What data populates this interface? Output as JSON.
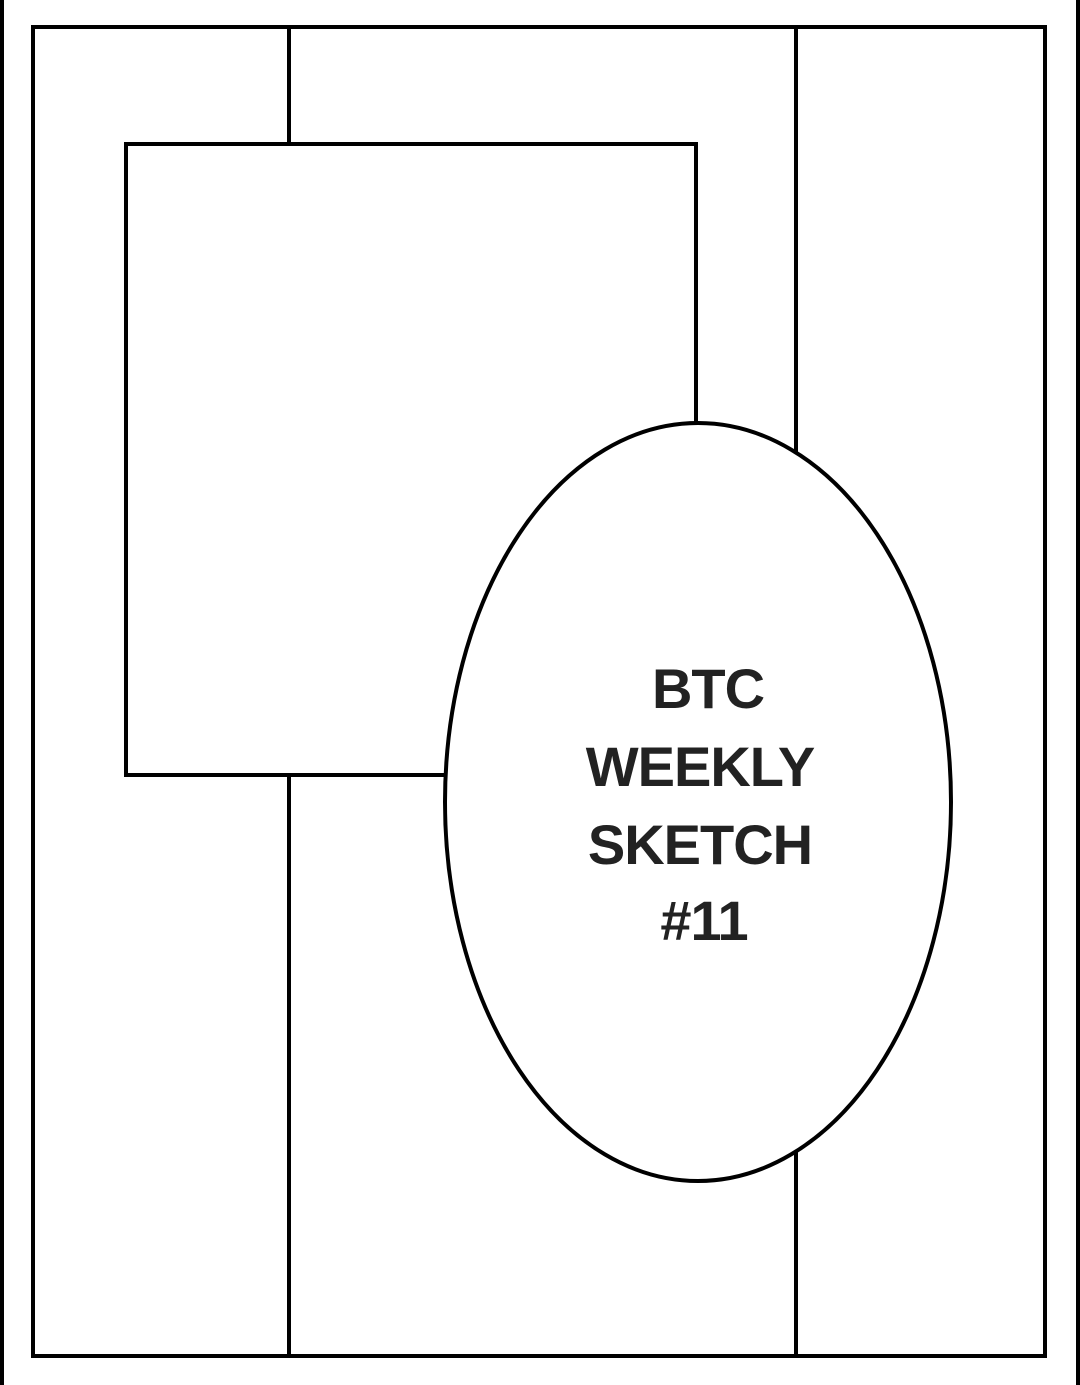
{
  "sketch": {
    "title_lines": [
      "BTC",
      "WEEKLY",
      "SKETCH",
      "#11"
    ]
  },
  "colors": {
    "background": "#ffffff",
    "stroke": "#000000",
    "text": "#222222"
  }
}
